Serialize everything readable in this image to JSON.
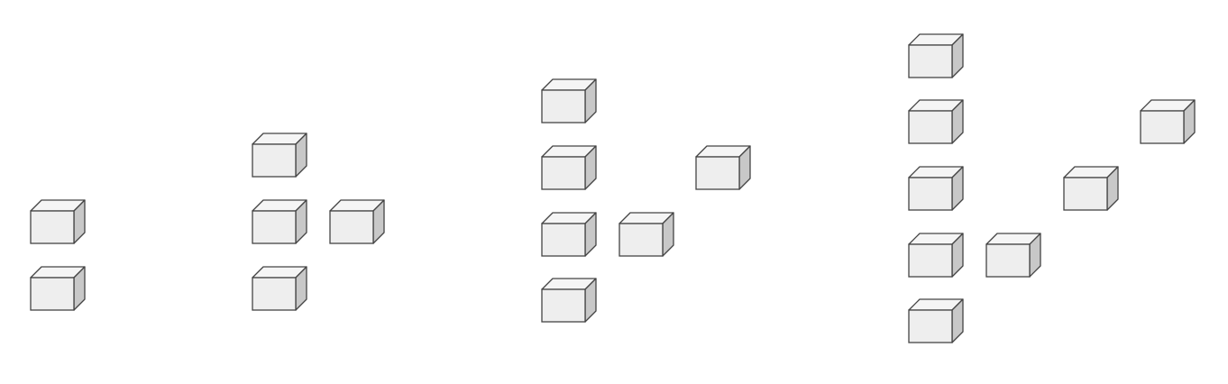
{
  "colors": {
    "background": "#ffffff",
    "cube_front": "#eeeeee",
    "cube_top": "#f5f5f5",
    "cube_side": "#c8c8c8",
    "cube_stroke": "#444444"
  },
  "groups": [
    {
      "id": "group-1",
      "cube_count": 2
    },
    {
      "id": "group-2",
      "cube_count": 4
    },
    {
      "id": "group-3",
      "cube_count": 6
    },
    {
      "id": "group-4",
      "cube_count": 8
    }
  ]
}
